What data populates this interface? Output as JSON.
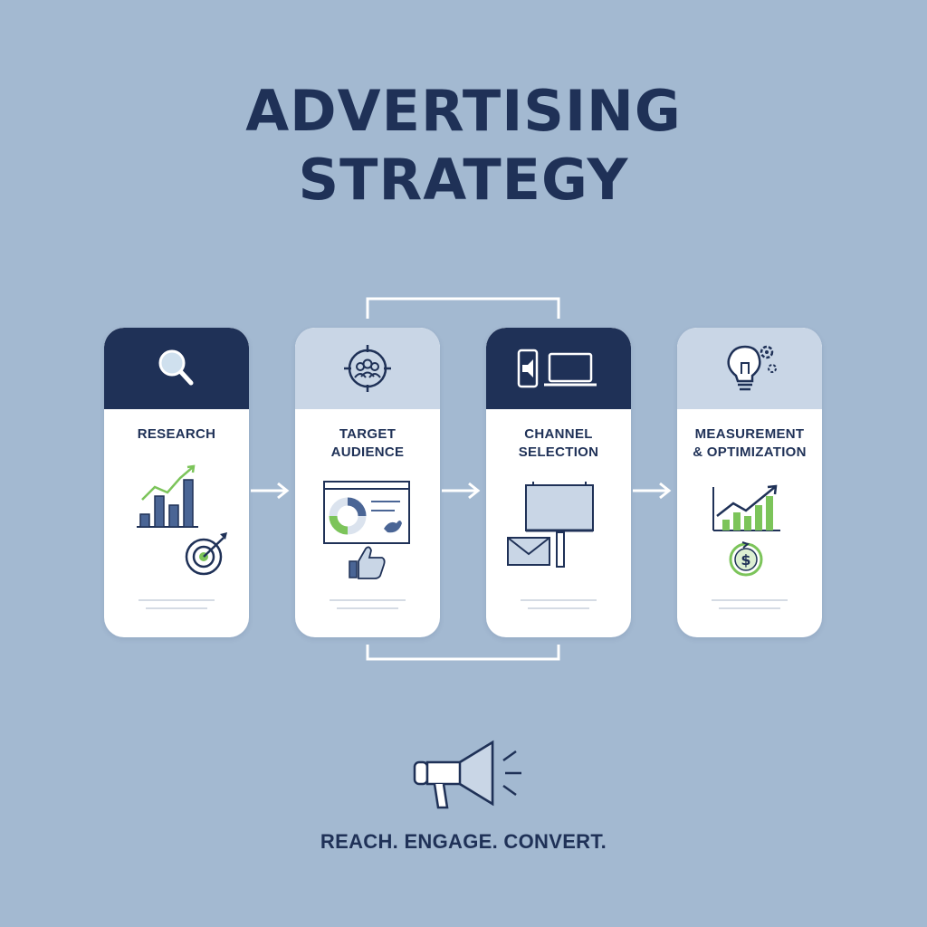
{
  "title": {
    "line1": "ADVERTISING",
    "line2": "STRATEGY"
  },
  "steps": [
    {
      "label_line1": "RESEARCH",
      "label_line2": "",
      "icon": "magnifier-icon",
      "header": "dark"
    },
    {
      "label_line1": "TARGET",
      "label_line2": "AUDIENCE",
      "icon": "audience-target-icon",
      "header": "light"
    },
    {
      "label_line1": "CHANNEL",
      "label_line2": "SELECTION",
      "icon": "devices-icon",
      "header": "dark"
    },
    {
      "label_line1": "MEASUREMENT",
      "label_line2": "& OPTIMIZATION",
      "icon": "lightbulb-gear-icon",
      "header": "light"
    }
  ],
  "tagline": "REACH. ENGAGE. CONVERT.",
  "colors": {
    "background": "#a3b9d1",
    "navy": "#1f3157",
    "light_header": "#c9d6e6",
    "accent_green": "#7cc45a",
    "card": "#ffffff"
  }
}
